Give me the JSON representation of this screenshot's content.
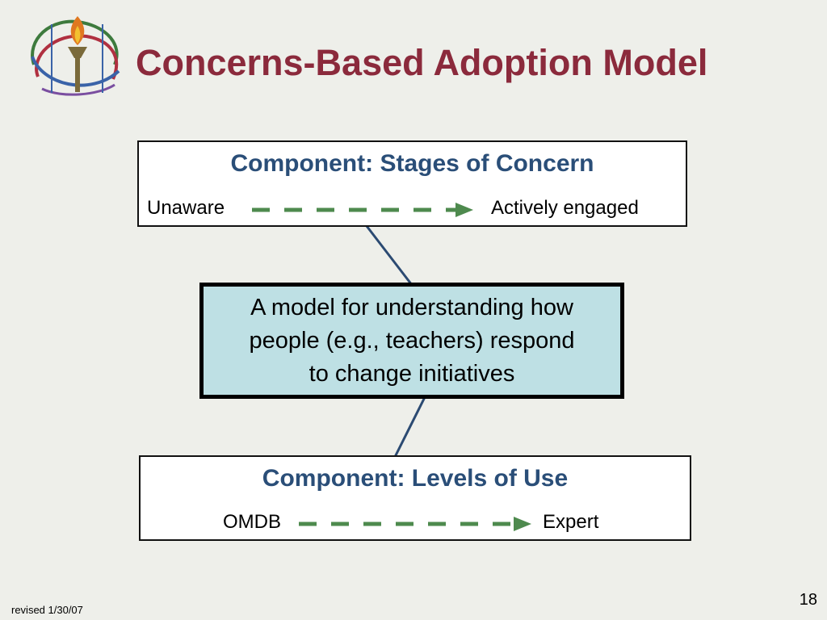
{
  "title": "Concerns-Based Adoption Model",
  "stages_box": {
    "heading": "Component: Stages of Concern",
    "left_label": "Unaware",
    "right_label": "Actively engaged"
  },
  "center_box": {
    "line1": "A model for understanding how",
    "line2": "people (e.g., teachers) respond",
    "line3": "to change initiatives"
  },
  "levels_box": {
    "heading": "Component: Levels of Use",
    "left_label": "OMDB",
    "right_label": "Expert"
  },
  "footer": {
    "revised": "revised 1/30/07",
    "page": "18"
  },
  "colors": {
    "title": "#8b2a3c",
    "heading": "#2a4e78",
    "arrow": "#4e8a4e",
    "connector": "#2b4a72",
    "center_fill": "#bee0e4",
    "background": "#eeefea"
  },
  "icons": {
    "logo": "torch-logo-icon"
  }
}
